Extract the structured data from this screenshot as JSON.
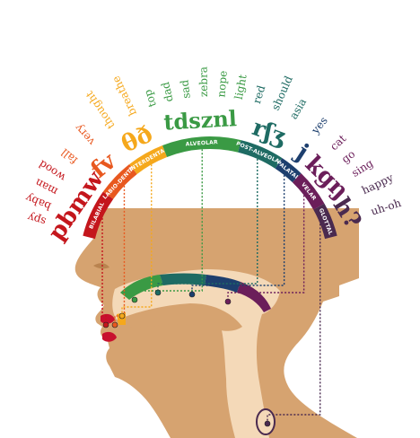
{
  "colors": {
    "bilabial": "#c4161c",
    "labiodental": "#e8581f",
    "interdental": "#f5a81c",
    "alveolar": "#3a9a44",
    "postalveolar": "#1e6b63",
    "palatal": "#1d3f6e",
    "velar": "#6b1e5a",
    "glottal": "#4a2a4f",
    "skin": "#d6a370",
    "mouth": "#f4d9b8",
    "lips": "#c8102e"
  },
  "places": [
    {
      "key": "bilabial",
      "label": "BILABIAL",
      "sounds": "pbmw",
      "words": [
        "spy",
        "baby",
        "man",
        "wood"
      ]
    },
    {
      "key": "labiodental",
      "label": "LABIO-DENTAL",
      "sounds": "fv",
      "words": [
        "fall",
        "very"
      ]
    },
    {
      "key": "interdental",
      "label": "INTERDENTAL",
      "sounds": "θð",
      "words": [
        "thought",
        "breathe"
      ]
    },
    {
      "key": "alveolar",
      "label": "ALVEOLAR",
      "sounds": "tdsznl",
      "words": [
        "top",
        "dad",
        "sad",
        "zebra",
        "nope",
        "light"
      ]
    },
    {
      "key": "postalveolar",
      "label": "POST-ALVEOLAR",
      "sounds": "rʃʒ",
      "words": [
        "red",
        "should",
        "asia"
      ]
    },
    {
      "key": "palatal",
      "label": "PALATAL",
      "sounds": "j",
      "words": [
        "yes"
      ]
    },
    {
      "key": "velar",
      "label": "VELAR",
      "sounds": "kgŋ",
      "words": [
        "cat",
        "go",
        "sing"
      ]
    },
    {
      "key": "glottal",
      "label": "GLOTTAL",
      "sounds": "h?",
      "words": [
        "happy",
        "uh-oh"
      ]
    }
  ]
}
